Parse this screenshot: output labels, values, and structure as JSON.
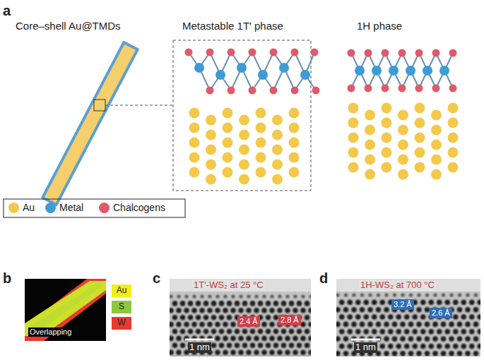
{
  "diagram": {
    "nodes": [
      {
        "text": [
          "2.4 Å"
        ]
      },
      {
        "text": [
          "2.8 Å"
        ]
      },
      {
        "text": [
          "3.2 Å"
        ]
      },
      {
        "text": [
          "2.6 Å"
        ]
      }
    ],
    "labels": [
      "a",
      "Core–shell Au@TMDs",
      "Metastable 1T′ phase",
      "1H phase",
      "b",
      "Overlapping",
      "c",
      "1T′-WS₂ at 25 °C",
      "1 nm",
      "d",
      "1H-WS₂ at 700 °C",
      "1 nm"
    ],
    "legend": [
      {
        "text": "Au",
        "color": "#f3c94b"
      },
      {
        "text": "Metal",
        "color": "#3d9bd6"
      },
      {
        "text": "Chalcogens",
        "color": "#e05a6a"
      },
      {
        "text": "Au",
        "color": "#f2ee1a"
      },
      {
        "text": "S",
        "color": "#8dc63f"
      },
      {
        "text": "W",
        "color": "#e8392f"
      }
    ]
  }
}
